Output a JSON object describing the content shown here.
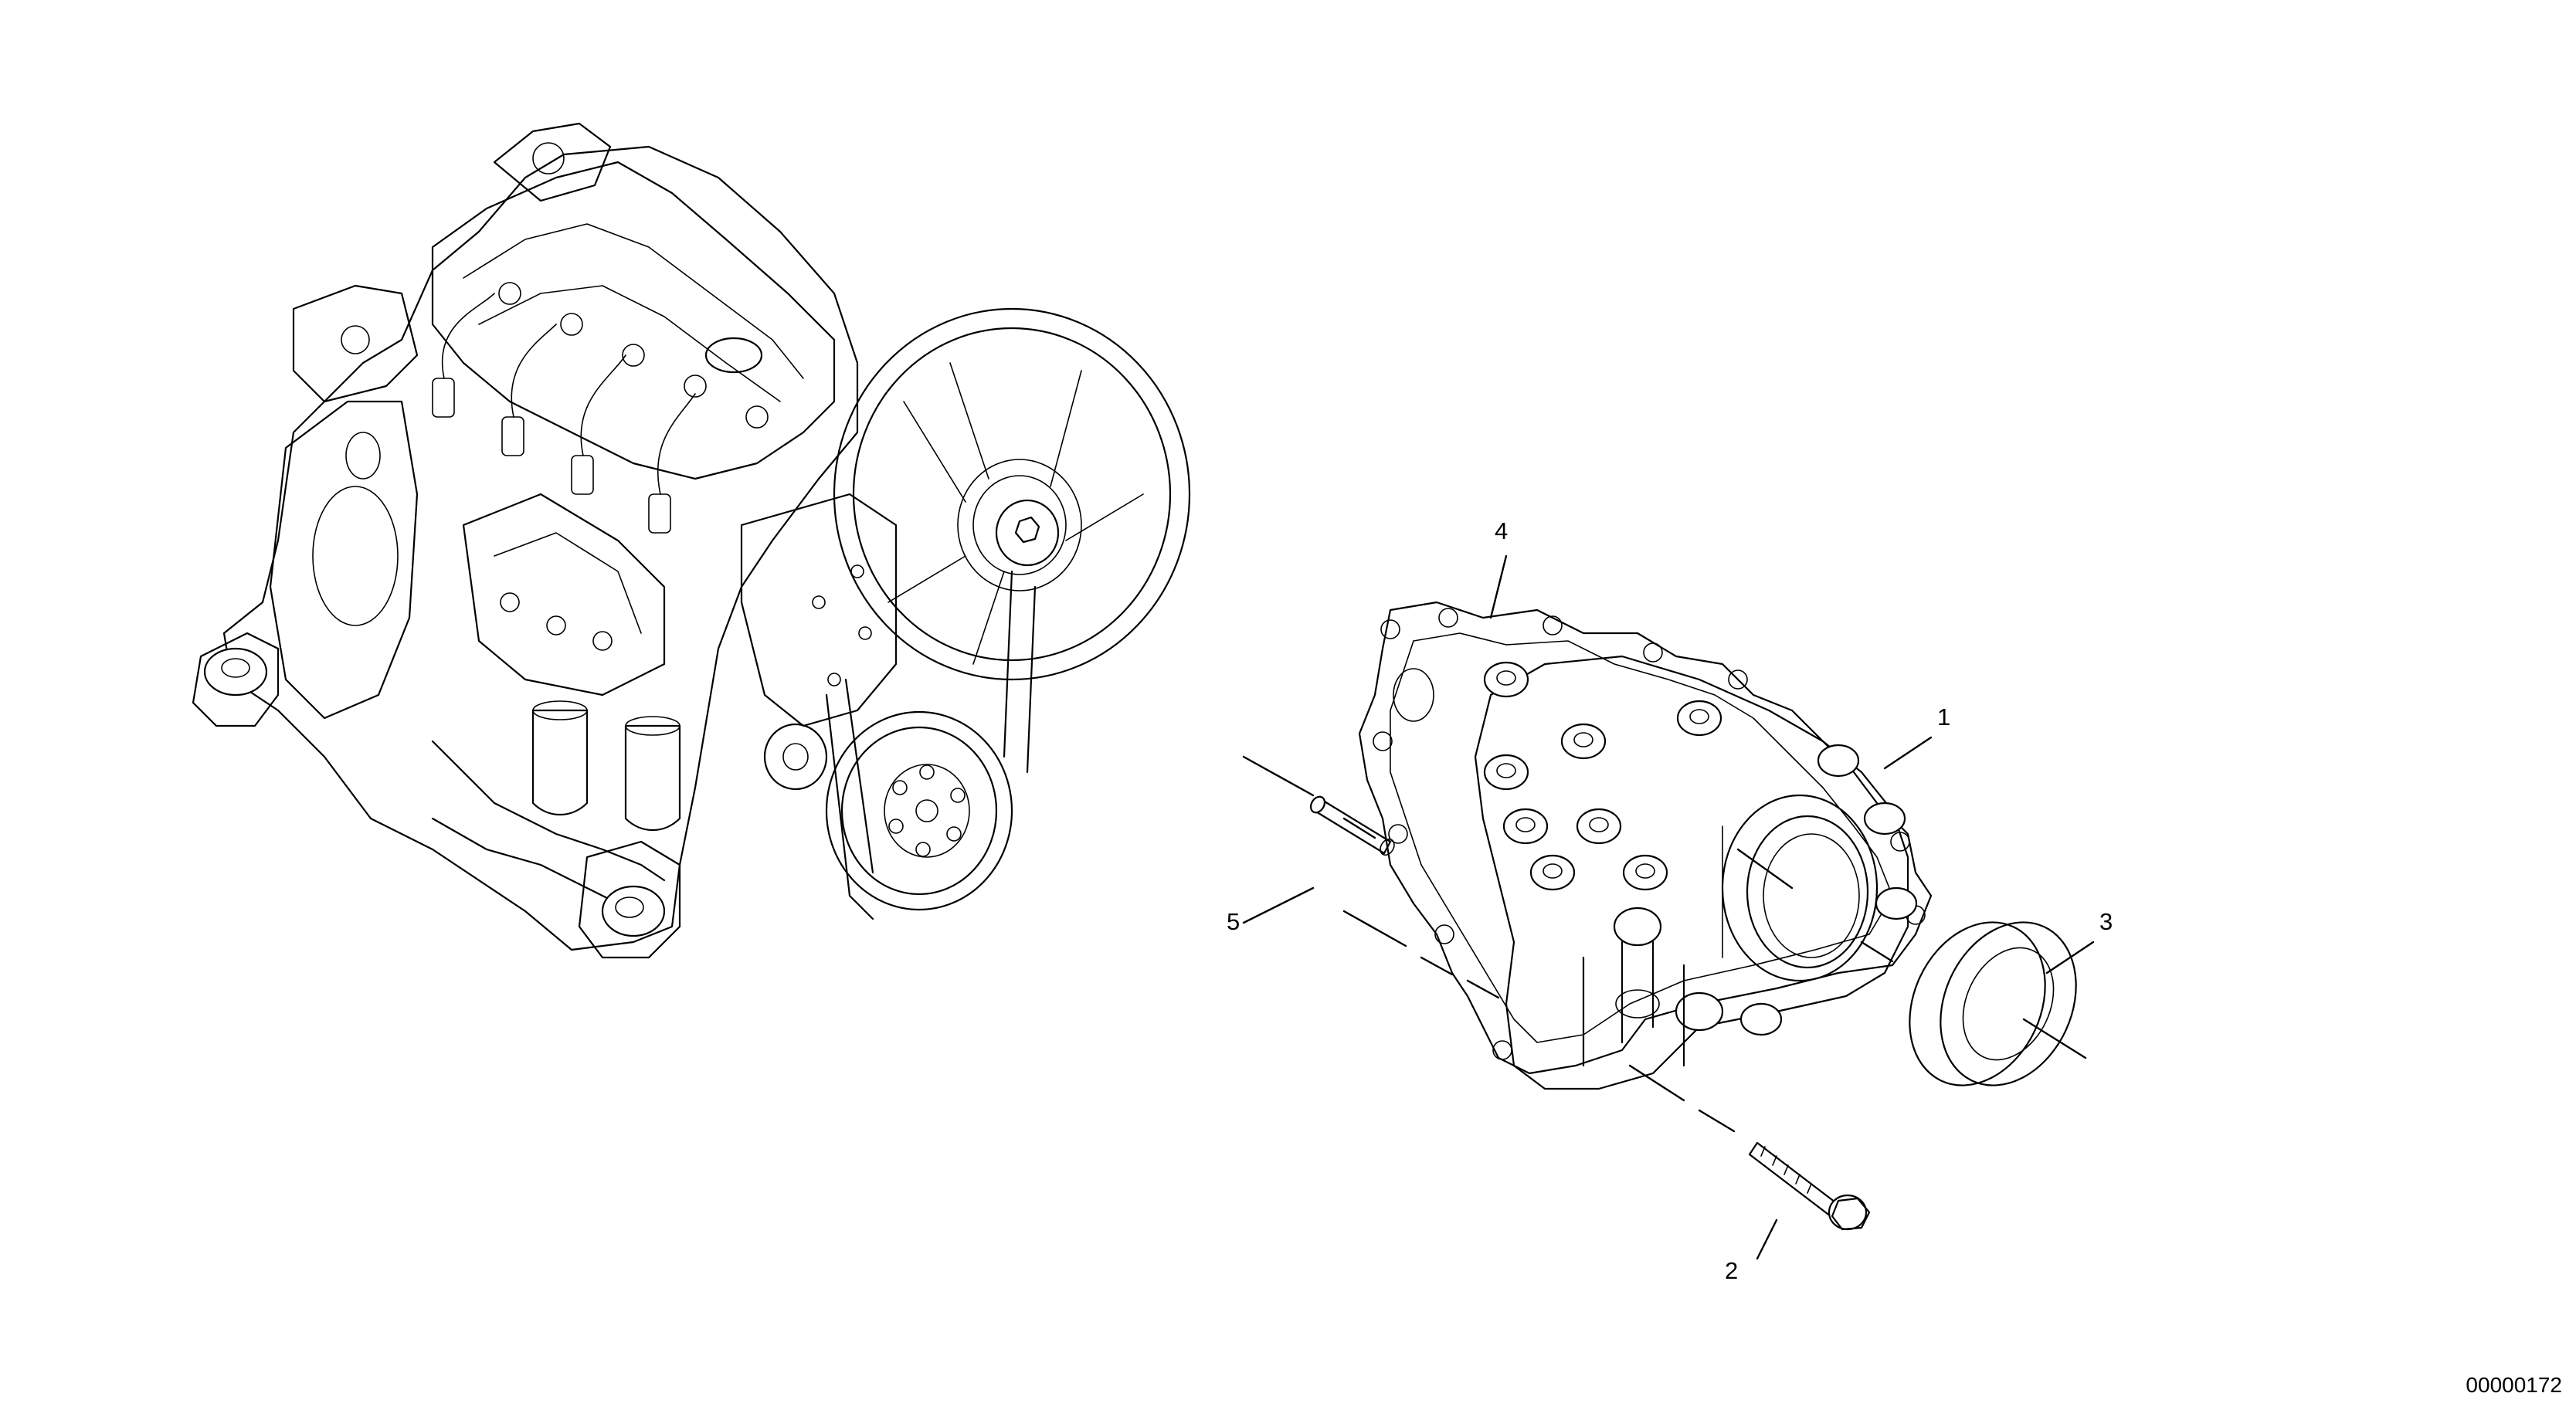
{
  "callouts": [
    {
      "id": "1",
      "text": "1"
    },
    {
      "id": "2",
      "text": "2"
    },
    {
      "id": "3",
      "text": "3"
    },
    {
      "id": "4",
      "text": "4"
    },
    {
      "id": "5",
      "text": "5"
    }
  ],
  "drawing_number": "00000172",
  "colors": {
    "line": "#000000",
    "background": "#ffffff"
  }
}
